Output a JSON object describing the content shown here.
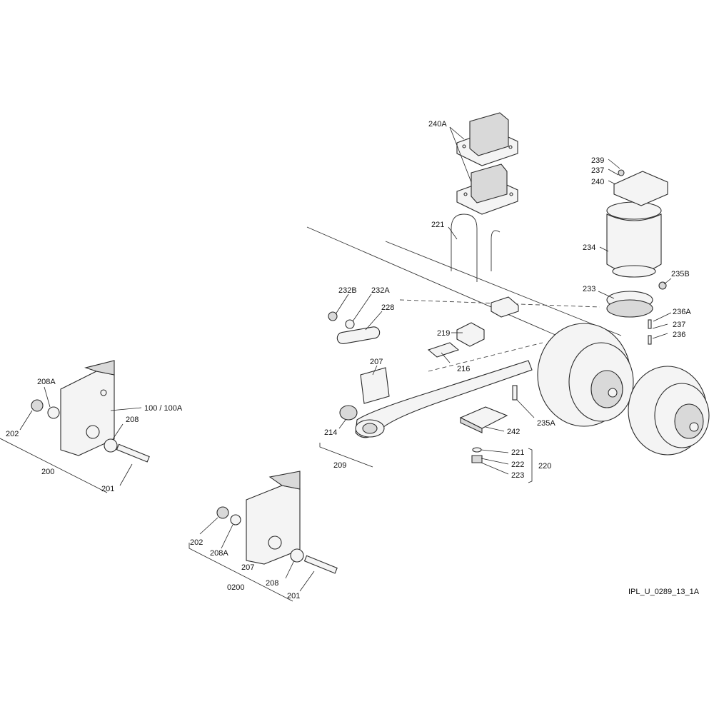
{
  "callouts": {
    "c240A": "240A",
    "c239": "239",
    "c237a": "237",
    "c240": "240",
    "c221a": "221",
    "c234": "234",
    "c235B": "235B",
    "c233": "233",
    "c232B": "232B",
    "c232A": "232A",
    "c228": "228",
    "c236A": "236A",
    "c237b": "237",
    "c236": "236",
    "c219": "219",
    "c207a": "207",
    "c216": "216",
    "c235A": "235A",
    "c214": "214",
    "c242": "242",
    "c221b": "221",
    "c222": "222",
    "c223": "223",
    "c220": "220",
    "c209": "209",
    "c208A_l": "208A",
    "c100": "100 / 100A",
    "c208_l": "208",
    "c202_l": "202",
    "c200": "200",
    "c201_l": "201",
    "c202_r": "202",
    "c208A_r": "208A",
    "c207b": "207",
    "c0200": "0200",
    "c208_r": "208",
    "c201_r": "201"
  },
  "drawing_ref": "IPL_U_0289_13_1A"
}
